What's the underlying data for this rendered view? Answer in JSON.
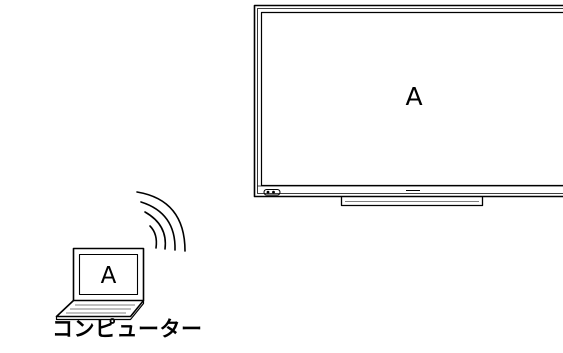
{
  "display": {
    "screen_text": "A"
  },
  "laptop": {
    "screen_text": "A",
    "caption": "コンピューター"
  },
  "wireless_icon": "wifi-waves-icon",
  "colors": {
    "line": "#000000",
    "background": "#ffffff"
  }
}
